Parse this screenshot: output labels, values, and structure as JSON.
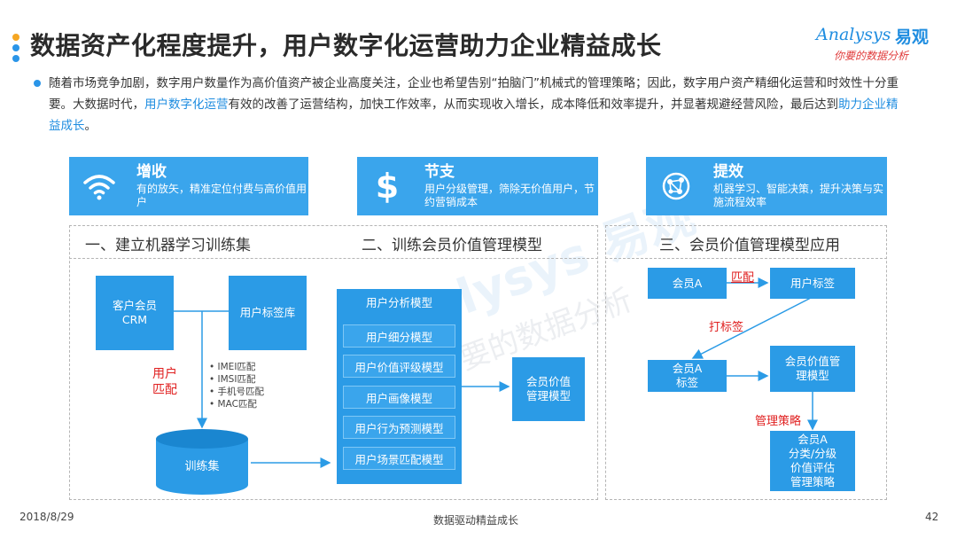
{
  "header": {
    "title": "数据资产化程度提升，用户数字化运营助力企业精益成长",
    "dot_colors": [
      "#f5a623",
      "#2a95e8",
      "#2a95e8"
    ],
    "logo_brand": "Analysys",
    "logo_cn": "易观",
    "logo_slogan": "你要的数据分析"
  },
  "intro": {
    "part1": "随着市场竞争加剧，数字用户数量作为高价值资产被企业高度关注，企业也希望告别“拍脑门”机械式的管理策略；因此，数字用户资产精细化运营和时效性十分重要。大数据时代，",
    "highlight1": "用户数字化运营",
    "part2": "有效的改善了运营结构，加快工作效率，从而实现收入增长，成本降低和效率提升，并显著规避经营风险，最后达到",
    "highlight2": "助力企业精益成长",
    "part3": "。"
  },
  "panels": [
    {
      "icon": "wifi-icon",
      "title": "增收",
      "desc": "有的放矢，精准定位付费与高价值用户"
    },
    {
      "icon": "dollar-icon",
      "title": "节支",
      "desc": "用户分级管理，筛除无价值用户，节约营销成本"
    },
    {
      "icon": "globe-network-icon",
      "title": "提效",
      "desc": "机器学习、智能决策，提升决策与实施流程效率"
    }
  ],
  "sections": {
    "s1": "一、建立机器学习训练集",
    "s2": "二、训练会员价值管理模型",
    "s3": "三、会员价值管理模型应用"
  },
  "diagram1": {
    "crm": "客户会员\nCRM",
    "tag_lib": "用户标签库",
    "match_label": "用户\n匹配",
    "match_list": [
      "IMEI匹配",
      "IMSI匹配",
      "手机号匹配",
      "MAC匹配"
    ],
    "training_set": "训练集"
  },
  "diagram2": {
    "models": [
      "用户分析模型",
      "用户细分模型",
      "用户价值评级模型",
      "用户画像模型",
      "用户行为预测模型",
      "用户场景匹配模型"
    ],
    "result": "会员价值\n管理模型"
  },
  "diagram3": {
    "member_a": "会员A",
    "match": "匹配",
    "user_tag": "用户标签",
    "tagging": "打标签",
    "member_a_tag": "会员A\n标签",
    "value_model": "会员价值管\n理模型",
    "strategy": "管理策略",
    "outcome": "会员A\n分类/分级\n价值评估\n管理策略"
  },
  "watermark": {
    "brand": "Analysys 易观",
    "slogan": "你要的数据分析"
  },
  "footer": {
    "date": "2018/8/29",
    "center": "数据驱动精益成长",
    "page": "42"
  },
  "colors": {
    "primary": "#2b9be6",
    "panel": "#3aa5ec",
    "accent_red": "#e02020"
  }
}
